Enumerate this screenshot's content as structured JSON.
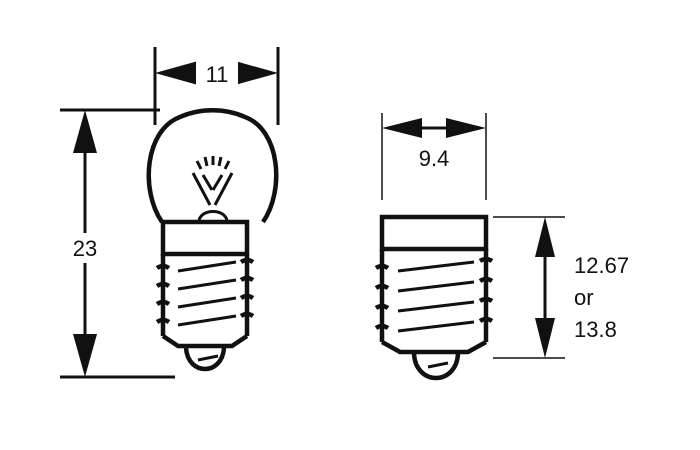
{
  "dimensions": {
    "bulb_width": "11",
    "bulb_height": "23",
    "base_width": "9.4",
    "base_height_line1": "12.67",
    "base_height_line2": "or",
    "base_height_line3": "13.8"
  },
  "colors": {
    "ink": "#111111",
    "background": "#ffffff"
  }
}
